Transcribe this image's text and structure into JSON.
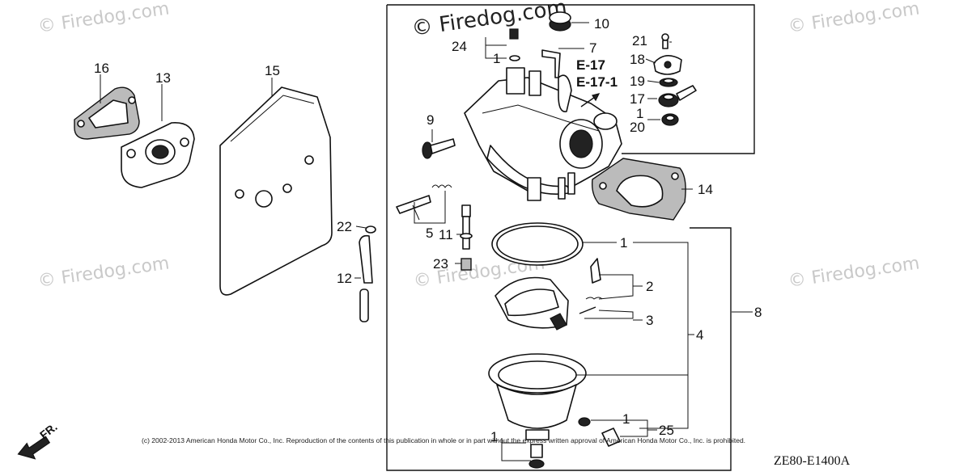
{
  "watermarks": {
    "brand": "© Firedog.com"
  },
  "callouts": {
    "c16": "16",
    "c13": "13",
    "c15": "15",
    "c10": "10",
    "c24": "24",
    "c1a": "1",
    "c7": "7",
    "c21": "21",
    "c18": "18",
    "c19": "19",
    "c17": "17",
    "c1b": "1",
    "c20": "20",
    "c9": "9",
    "c14": "14",
    "c22": "22",
    "c5": "5",
    "c11": "11",
    "c1c": "1",
    "c23": "23",
    "c12": "12",
    "c2": "2",
    "c8": "8",
    "c3": "3",
    "c4": "4",
    "c1d": "1",
    "c25": "25",
    "c1e": "1"
  },
  "refs": {
    "e17": "E-17",
    "e171": "E-17-1"
  },
  "copyright": "(c) 2002-2013 American Honda Motor Co., Inc. Reproduction of the contents of this publication in whole or in part without the express written approval of American Honda Motor Co., Inc. is prohibited.",
  "diagram_code": "ZE80-E1400A",
  "direction_label": "FR."
}
